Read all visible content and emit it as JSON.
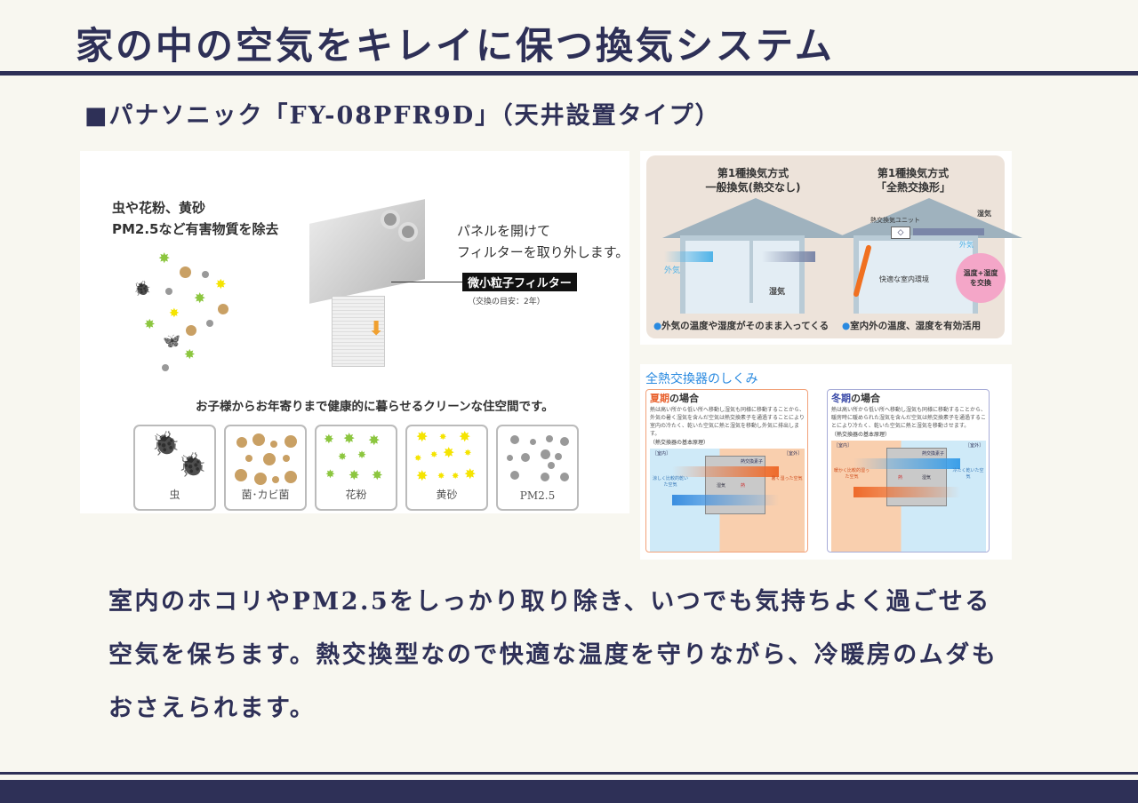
{
  "header": {
    "title": "家の中の空気をキレイに保つ換気システム"
  },
  "product": {
    "heading": "■パナソニック「FY-08PFR9D」（天井設置タイプ）"
  },
  "filter_figure": {
    "headline_1": "虫や花粉、黄砂",
    "headline_2": "PM2.5など有害物質を除去",
    "panel_note_1": "パネルを開けて",
    "panel_note_2": "フィルターを取り外します。",
    "filter_label": "微小粒子フィルター",
    "filter_note": "（交換の目安：2年）",
    "tagline": "お子様からお年寄りまで健康的に暮らせるクリーンな住空間です。",
    "categories": [
      {
        "label": "虫",
        "icon": "insect-icon"
      },
      {
        "label": "菌･カビ菌",
        "icon": "mold-icon"
      },
      {
        "label": "花粉",
        "icon": "pollen-icon"
      },
      {
        "label": "黄砂",
        "icon": "yellow-sand-icon"
      },
      {
        "label": "PM2.5",
        "icon": "pm25-icon"
      }
    ],
    "colors": {
      "mold": "#c9a064",
      "pollen": "#8cc63f",
      "sand": "#f5e400",
      "pm": "#999999"
    }
  },
  "comparison": {
    "left_title_1": "第1種換気方式",
    "left_title_2": "一般換気(熱交なし)",
    "right_title_1": "第1種換気方式",
    "right_title_2": "「全熱交換形」",
    "outside_air": "外気",
    "humidity": "湿気",
    "unit": "熱交換気ユニット",
    "comfort": "快適な室内環境",
    "exchange_1": "温度+湿度",
    "exchange_2": "を交換",
    "left_caption": "外気の温度や湿度がそのまま入ってくる",
    "right_caption": "室内外の温度、湿度を有効活用"
  },
  "mechanism": {
    "title": "全熱交換器のしくみ",
    "summer": {
      "season": "夏期",
      "suffix": "の場合",
      "text": "熱は高い所から低い所へ移動し湿気も同様に移動することから、外気の暑く湿気を含んだ空気は熱交換素子を通過することにより室内の冷たく、乾いた空気に熱と湿気を移動し外気に排出します。",
      "principle": "（熱交換器の基本原理）",
      "indoor": "［室内］",
      "outdoor": "［室外］",
      "element": "熱交換素子",
      "in_air": "涼しく比較的乾いた空気",
      "out_air": "暑く湿った空気",
      "humidity": "湿気",
      "heat": "熱"
    },
    "winter": {
      "season": "冬期",
      "suffix": "の場合",
      "text": "熱は高い所から低い所へ移動し湿気も同様に移動することから、暖房時に暖められた湿気を含んだ空気は熱交換素子を通過することにより冷たく、乾いた空気に熱と湿気を移動させます。",
      "principle": "（熱交換器の基本原理）",
      "indoor": "［室内］",
      "outdoor": "［室外］",
      "element": "熱交換素子",
      "in_air": "暖かく比較的湿った空気",
      "out_air": "冷たく乾いた空気",
      "humidity": "湿気",
      "heat": "熱"
    }
  },
  "body": {
    "text": "室内のホコリやPM2.5をしっかり取り除き、いつでも気持ちよく過ごせる空気を保ちます。熱交換型なので快適な温度を守りながら、冷暖房のムダもおさえられます。"
  }
}
